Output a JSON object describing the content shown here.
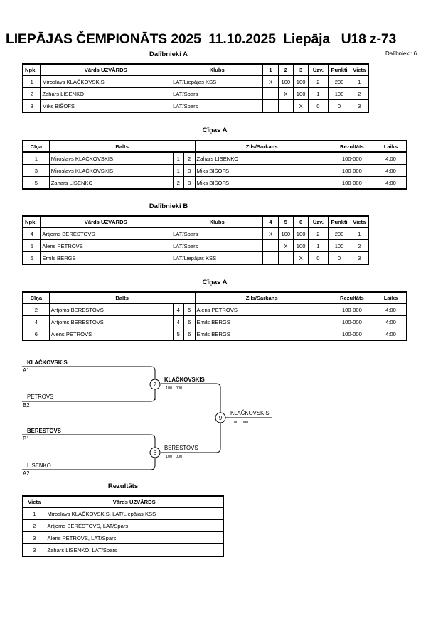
{
  "header": {
    "title": "LIEPĀJAS ČEMPIONĀTS 2025  11.10.2025  Liepāja   U18 z-73",
    "participants_count": "Dalībnieki: 6"
  },
  "participants_a": {
    "title": "Dalībnieki A",
    "headers": [
      "Npk.",
      "Vārds UZVĀRDS",
      "Klubs",
      "1",
      "2",
      "3",
      "Uzv.",
      "Punkti",
      "Vieta"
    ],
    "rows": [
      [
        "1",
        "Miroslavs KLAČKOVSKIS",
        "LAT/Liepājas KSS",
        "X",
        "100",
        "100",
        "2",
        "200",
        "1"
      ],
      [
        "2",
        "Zahars LISENKO",
        "LAT/Spars",
        "",
        "X",
        "100",
        "1",
        "100",
        "2"
      ],
      [
        "3",
        "Miks BIŠOFS",
        "LAT/Spars",
        "",
        "",
        "X",
        "0",
        "0",
        "3"
      ]
    ]
  },
  "fights_a": {
    "title": "Cīņas A",
    "headers": [
      "Cīņa",
      "Balts",
      "Zils/Sarkans",
      "Rezultāts",
      "Laiks"
    ],
    "rows": [
      [
        "1",
        "Miroslavs KLAČKOVSKIS",
        "1",
        "2",
        "Zahars LISENKO",
        "100-000",
        "4:00"
      ],
      [
        "3",
        "Miroslavs KLAČKOVSKIS",
        "1",
        "3",
        "Miks BIŠOFS",
        "100-000",
        "4:00"
      ],
      [
        "5",
        "Zahars LISENKO",
        "2",
        "3",
        "Miks BIŠOFS",
        "100-000",
        "4:00"
      ]
    ]
  },
  "participants_b": {
    "title": "Dalībnieki B",
    "headers": [
      "Npk.",
      "Vārds UZVĀRDS",
      "Klubs",
      "4",
      "5",
      "6",
      "Uzv.",
      "Punkti",
      "Vieta"
    ],
    "rows": [
      [
        "4",
        "Artjoms BERESTOVS",
        "LAT/Spars",
        "X",
        "100",
        "100",
        "2",
        "200",
        "1"
      ],
      [
        "5",
        "Alens PETROVS",
        "LAT/Spars",
        "",
        "X",
        "100",
        "1",
        "100",
        "2"
      ],
      [
        "6",
        "Emils BERGS",
        "LAT/Liepājas KSS",
        "",
        "",
        "X",
        "0",
        "0",
        "3"
      ]
    ]
  },
  "fights_b": {
    "title": "Cīņas A",
    "headers": [
      "Cīņa",
      "Balts",
      "Zils/Sarkans",
      "Rezultāts",
      "Laiks"
    ],
    "rows": [
      [
        "2",
        "Artjoms BERESTOVS",
        "4",
        "5",
        "Alens PETROVS",
        "100-000",
        "4:00"
      ],
      [
        "4",
        "Artjoms BERESTOVS",
        "4",
        "6",
        "Emils BERGS",
        "100-000",
        "4:00"
      ],
      [
        "6",
        "Alens PETROVS",
        "5",
        "6",
        "Emils BERGS",
        "100-000",
        "4:00"
      ]
    ]
  },
  "bracket": {
    "semi1_top_name": "KLAČKOVSKIS",
    "semi1_top_seed": "A1",
    "semi1_bottom_name": "PETROVS",
    "semi1_bottom_seed": "B2",
    "semi2_top_name": "BERESTOVS",
    "semi2_top_seed": "B1",
    "semi2_bottom_name": "LISENKO",
    "semi2_bottom_seed": "A2",
    "match7_number": "7",
    "match7_winner": "KLAČKOVSKIS",
    "match7_score": "100 · 000",
    "match8_number": "8",
    "match8_winner": "BERESTOVS",
    "match8_score": "100 · 000",
    "final_number": "9",
    "final_winner": "KLAČKOVSKIS",
    "final_score": "100 · 000"
  },
  "results": {
    "title": "Rezultāts",
    "headers": [
      "Vieta",
      "Vārds UZVĀRDS"
    ],
    "rows": [
      [
        "1",
        "Miroslavs KLAČKOVSKIS, LAT/Liepājas KSS"
      ],
      [
        "2",
        "Artjoms BERESTOVS, LAT/Spars"
      ],
      [
        "3",
        "Alens PETROVS, LAT/Spars"
      ],
      [
        "3",
        "Zahars LISENKO, LAT/Spars"
      ]
    ]
  }
}
